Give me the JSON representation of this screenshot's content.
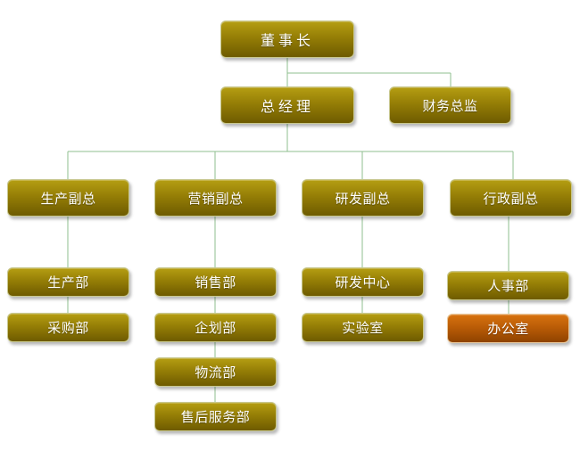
{
  "chairman": "董事长",
  "general_manager": "总经理",
  "finance_director": "财务总监",
  "vice_presidents": [
    {
      "title": "生产副总",
      "departments": [
        "生产部",
        "采购部"
      ]
    },
    {
      "title": "营销副总",
      "departments": [
        "销售部",
        "企划部",
        "物流部",
        "售后服务部"
      ]
    },
    {
      "title": "研发副总",
      "departments": [
        "研发中心",
        "实验室"
      ]
    },
    {
      "title": "行政副总",
      "departments": [
        "人事部",
        "办公室"
      ]
    }
  ],
  "highlighted_department": "办公室",
  "colors": {
    "node_fill": "#957e06",
    "highlight_fill": "#b75a06",
    "connector": "#8fbf8f"
  }
}
